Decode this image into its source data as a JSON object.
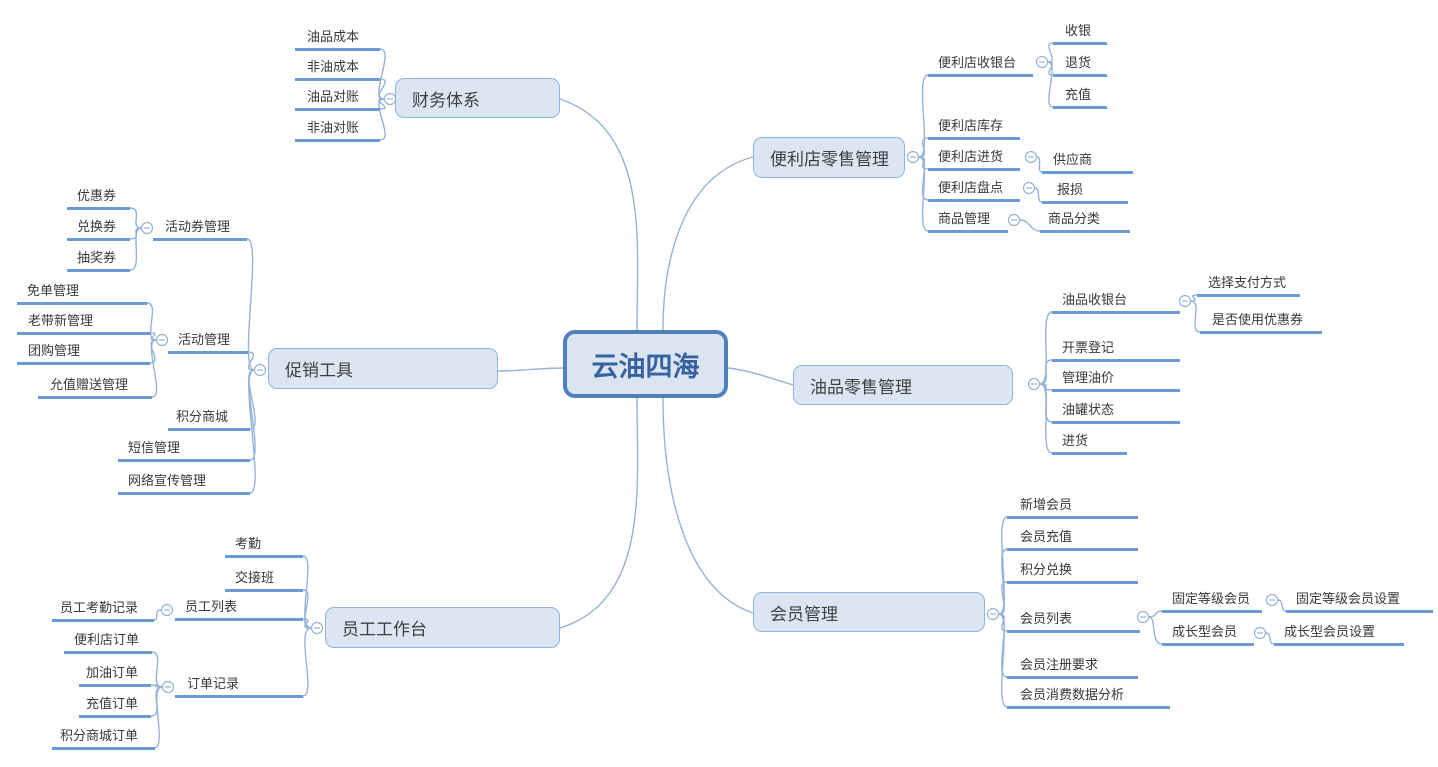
{
  "root": {
    "label": "云油四海"
  },
  "branches": [
    {
      "label": "财务体系",
      "children": [
        {
          "label": "油品成本"
        },
        {
          "label": "非油成本"
        },
        {
          "label": "油品对账"
        },
        {
          "label": "非油对账"
        }
      ]
    },
    {
      "label": "促销工具",
      "children": [
        {
          "label": "活动券管理",
          "children": [
            {
              "label": "优惠券"
            },
            {
              "label": "兑换券"
            },
            {
              "label": "抽奖券"
            }
          ]
        },
        {
          "label": "活动管理",
          "children": [
            {
              "label": "免单管理"
            },
            {
              "label": "老带新管理"
            },
            {
              "label": "团购管理"
            },
            {
              "label": "允值赠送管理"
            }
          ]
        },
        {
          "label": "积分商城"
        },
        {
          "label": "短信管理"
        },
        {
          "label": "网络宣传管理"
        }
      ]
    },
    {
      "label": "员工工作台",
      "children": [
        {
          "label": "考勤"
        },
        {
          "label": "交接班"
        },
        {
          "label": "员工列表",
          "children": [
            {
              "label": "员工考勤记录"
            }
          ]
        },
        {
          "label": "订单记录",
          "children": [
            {
              "label": "便利店订单"
            },
            {
              "label": "加油订单"
            },
            {
              "label": "充值订单"
            },
            {
              "label": "积分商城订单"
            }
          ]
        }
      ]
    },
    {
      "label": "便利店零售管理",
      "children": [
        {
          "label": "便利店收银台",
          "children": [
            {
              "label": "收银"
            },
            {
              "label": "退货"
            },
            {
              "label": "充值"
            }
          ]
        },
        {
          "label": "便利店库存"
        },
        {
          "label": "便利店进货",
          "children": [
            {
              "label": "供应商"
            }
          ]
        },
        {
          "label": "便利店盘点",
          "children": [
            {
              "label": "报损"
            }
          ]
        },
        {
          "label": "商品管理",
          "children": [
            {
              "label": "商品分类"
            }
          ]
        }
      ]
    },
    {
      "label": "油品零售管理",
      "children": [
        {
          "label": "油品收银台",
          "children": [
            {
              "label": "选择支付方式"
            },
            {
              "label": "是否使用优惠券"
            }
          ]
        },
        {
          "label": "开票登记"
        },
        {
          "label": "管理油价"
        },
        {
          "label": "油罐状态"
        },
        {
          "label": "进货"
        }
      ]
    },
    {
      "label": "会员管理",
      "children": [
        {
          "label": "新增会员"
        },
        {
          "label": "会员充值"
        },
        {
          "label": "积分兑换"
        },
        {
          "label": "会员列表",
          "children": [
            {
              "label": "固定等级会员",
              "children": [
                {
                  "label": "固定等级会员设置"
                }
              ]
            },
            {
              "label": "成长型会员",
              "children": [
                {
                  "label": "成长型会员设置"
                }
              ]
            }
          ]
        },
        {
          "label": "会员注册要求"
        },
        {
          "label": "会员消费数据分析"
        }
      ]
    }
  ],
  "icons": {
    "collapse": "minus-circle-icon"
  },
  "colors": {
    "root_border": "#4f81bd",
    "root_text": "#36639f",
    "node_fill": "#dce6f2",
    "node_border": "#8eb4e3",
    "underline": "#6b9bd7",
    "curve": "#95b3d7",
    "text": "#383838",
    "background": "#ffffff"
  }
}
